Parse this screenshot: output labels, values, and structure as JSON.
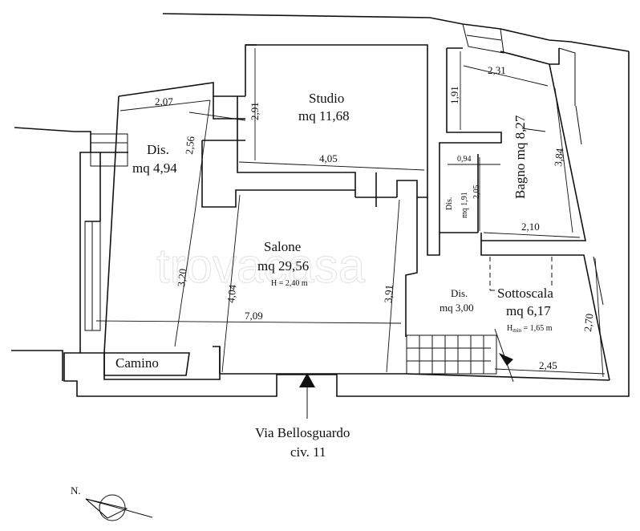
{
  "watermark": "trovacasa",
  "rooms": {
    "studio": {
      "name": "Studio",
      "area": "mq 11,68"
    },
    "dis1": {
      "name": "Dis.",
      "area": "mq 4,94"
    },
    "salone": {
      "name": "Salone",
      "area": "mq 29,56",
      "height": "H = 2,40 m"
    },
    "bagno": {
      "name": "Bagno mq 8,27"
    },
    "dis2": {
      "name": "Dis.",
      "area": "mq 1,91"
    },
    "dis3": {
      "name": "Dis.",
      "area": "mq 3,00"
    },
    "sottoscala": {
      "name": "Sottoscala",
      "area": "mq 6,17",
      "hmin_prefix": "H",
      "hmin_sub": "min",
      "hmin_value": " = 1,65 m"
    },
    "camino": "Camino"
  },
  "dimensions": {
    "d_2_07": "2,07",
    "d_2_56": "2,56",
    "d_3_20": "3,20",
    "d_2_91": "2,91",
    "d_4_05": "4,05",
    "d_4_04": "4,04",
    "d_3_91": "3,91",
    "d_7_09": "7,09",
    "d_1_91": "1,91",
    "d_2_31": "2,31",
    "d_0_94": "0,94",
    "d_2_05": "2,05",
    "d_3_84": "3,84",
    "d_2_10": "2,10",
    "d_2_70": "2,70",
    "d_2_45": "2,45"
  },
  "address": {
    "line1": "Via Bellosguardo",
    "line2": "civ. 11"
  },
  "north_label": "N."
}
